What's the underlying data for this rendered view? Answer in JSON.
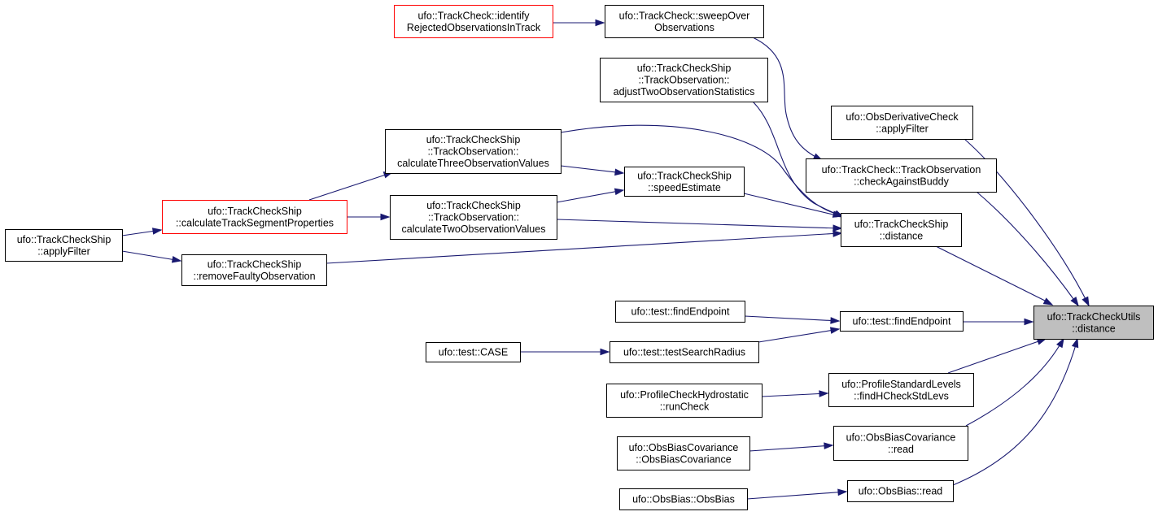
{
  "colors": {
    "edge": "#191970",
    "node_border": "#000000",
    "truncated_node_border": "#ff0000",
    "focus_node_fill": "#bfbfbf",
    "background": "#ffffff"
  },
  "nodes": [
    {
      "id": "focus",
      "lines": [
        "ufo::TrackCheckUtils",
        "::distance"
      ],
      "style": "highlight"
    },
    {
      "id": "identify",
      "lines": [
        "ufo::TrackCheck::identify",
        "RejectedObservationsInTrack"
      ],
      "style": "red"
    },
    {
      "id": "sweepOver",
      "lines": [
        "ufo::TrackCheck::sweepOver",
        "Observations"
      ],
      "style": "normal"
    },
    {
      "id": "adjustTwo",
      "lines": [
        "ufo::TrackCheckShip",
        "::TrackObservation::",
        "adjustTwoObservationStatistics"
      ],
      "style": "normal"
    },
    {
      "id": "obsDerivative",
      "lines": [
        "ufo::ObsDerivativeCheck",
        "::applyFilter"
      ],
      "style": "normal"
    },
    {
      "id": "checkAgainstBuddy",
      "lines": [
        "ufo::TrackCheck::TrackObservation",
        "::checkAgainstBuddy"
      ],
      "style": "normal"
    },
    {
      "id": "calcThree",
      "lines": [
        "ufo::TrackCheckShip",
        "::TrackObservation::",
        "calculateThreeObservationValues"
      ],
      "style": "normal"
    },
    {
      "id": "speedEstimate",
      "lines": [
        "ufo::TrackCheckShip",
        "::speedEstimate"
      ],
      "style": "normal"
    },
    {
      "id": "calcTrackSeg",
      "lines": [
        "ufo::TrackCheckShip",
        "::calculateTrackSegmentProperties"
      ],
      "style": "red"
    },
    {
      "id": "calcTwo",
      "lines": [
        "ufo::TrackCheckShip",
        "::TrackObservation::",
        "calculateTwoObservationValues"
      ],
      "style": "normal"
    },
    {
      "id": "tcsDistance",
      "lines": [
        "ufo::TrackCheckShip",
        "::distance"
      ],
      "style": "normal"
    },
    {
      "id": "tcsApplyFilter",
      "lines": [
        "ufo::TrackCheckShip",
        "::applyFilter"
      ],
      "style": "normal"
    },
    {
      "id": "removeFaulty",
      "lines": [
        "ufo::TrackCheckShip",
        "::removeFaultyObservation"
      ],
      "style": "normal"
    },
    {
      "id": "findEndpointL",
      "lines": [
        "ufo::test::findEndpoint"
      ],
      "style": "normal"
    },
    {
      "id": "findEndpointR",
      "lines": [
        "ufo::test::findEndpoint"
      ],
      "style": "normal"
    },
    {
      "id": "testCase",
      "lines": [
        "ufo::test::CASE"
      ],
      "style": "normal"
    },
    {
      "id": "testSearchRadius",
      "lines": [
        "ufo::test::testSearchRadius"
      ],
      "style": "normal"
    },
    {
      "id": "runCheck",
      "lines": [
        "ufo::ProfileCheckHydrostatic",
        "::runCheck"
      ],
      "style": "normal"
    },
    {
      "id": "findHCheck",
      "lines": [
        "ufo::ProfileStandardLevels",
        "::findHCheckStdLevs"
      ],
      "style": "normal"
    },
    {
      "id": "obsBiasCovCtor",
      "lines": [
        "ufo::ObsBiasCovariance",
        "::ObsBiasCovariance"
      ],
      "style": "normal"
    },
    {
      "id": "obsBiasCovRead",
      "lines": [
        "ufo::ObsBiasCovariance",
        "::read"
      ],
      "style": "normal"
    },
    {
      "id": "obsBiasCtor",
      "lines": [
        "ufo::ObsBias::ObsBias"
      ],
      "style": "normal"
    },
    {
      "id": "obsBiasRead",
      "lines": [
        "ufo::ObsBias::read"
      ],
      "style": "normal"
    }
  ],
  "edges": [
    {
      "from": "identify",
      "to": "sweepOver"
    },
    {
      "from": "sweepOver",
      "to": "checkAgainstBuddy"
    },
    {
      "from": "adjustTwo",
      "to": "tcsDistance"
    },
    {
      "from": "obsDerivative",
      "to": "focus"
    },
    {
      "from": "checkAgainstBuddy",
      "to": "focus"
    },
    {
      "from": "calcThree",
      "to": "tcsDistance"
    },
    {
      "from": "calcThree",
      "to": "speedEstimate"
    },
    {
      "from": "speedEstimate",
      "to": "tcsDistance"
    },
    {
      "from": "calcTrackSeg",
      "to": "calcThree"
    },
    {
      "from": "calcTrackSeg",
      "to": "calcTwo"
    },
    {
      "from": "calcTwo",
      "to": "speedEstimate"
    },
    {
      "from": "calcTwo",
      "to": "tcsDistance"
    },
    {
      "from": "tcsApplyFilter",
      "to": "calcTrackSeg"
    },
    {
      "from": "tcsApplyFilter",
      "to": "removeFaulty"
    },
    {
      "from": "removeFaulty",
      "to": "tcsDistance"
    },
    {
      "from": "tcsDistance",
      "to": "focus"
    },
    {
      "from": "findEndpointL",
      "to": "findEndpointR"
    },
    {
      "from": "testSearchRadius",
      "to": "findEndpointR"
    },
    {
      "from": "testCase",
      "to": "testSearchRadius"
    },
    {
      "from": "findEndpointR",
      "to": "focus"
    },
    {
      "from": "findHCheck",
      "to": "focus"
    },
    {
      "from": "runCheck",
      "to": "findHCheck"
    },
    {
      "from": "obsBiasCovRead",
      "to": "focus"
    },
    {
      "from": "obsBiasCovCtor",
      "to": "obsBiasCovRead"
    },
    {
      "from": "obsBiasRead",
      "to": "focus"
    },
    {
      "from": "obsBiasCtor",
      "to": "obsBiasRead"
    }
  ]
}
